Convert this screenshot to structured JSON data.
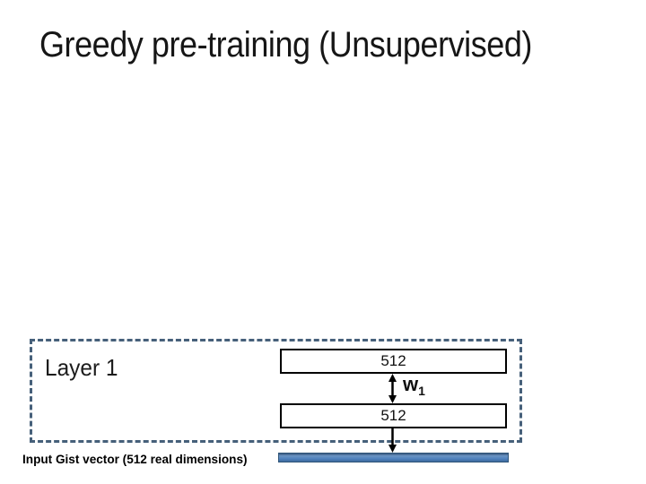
{
  "slide": {
    "title": "Greedy pre-training (Unsupervised)"
  },
  "layer_group": {
    "label": "Layer 1",
    "output_box_value": "512",
    "input_box_value": "512",
    "weight": {
      "base": "w",
      "subscript": "1"
    }
  },
  "input_vector": {
    "caption": "Input Gist vector (512 real dimensions)"
  },
  "colors": {
    "dashed_border": "#46607A",
    "box_border": "#000000",
    "arrow": "#000000",
    "bar_fill": "#4F81BD",
    "bar_border": "#2F5579",
    "title_text": "#161616"
  }
}
